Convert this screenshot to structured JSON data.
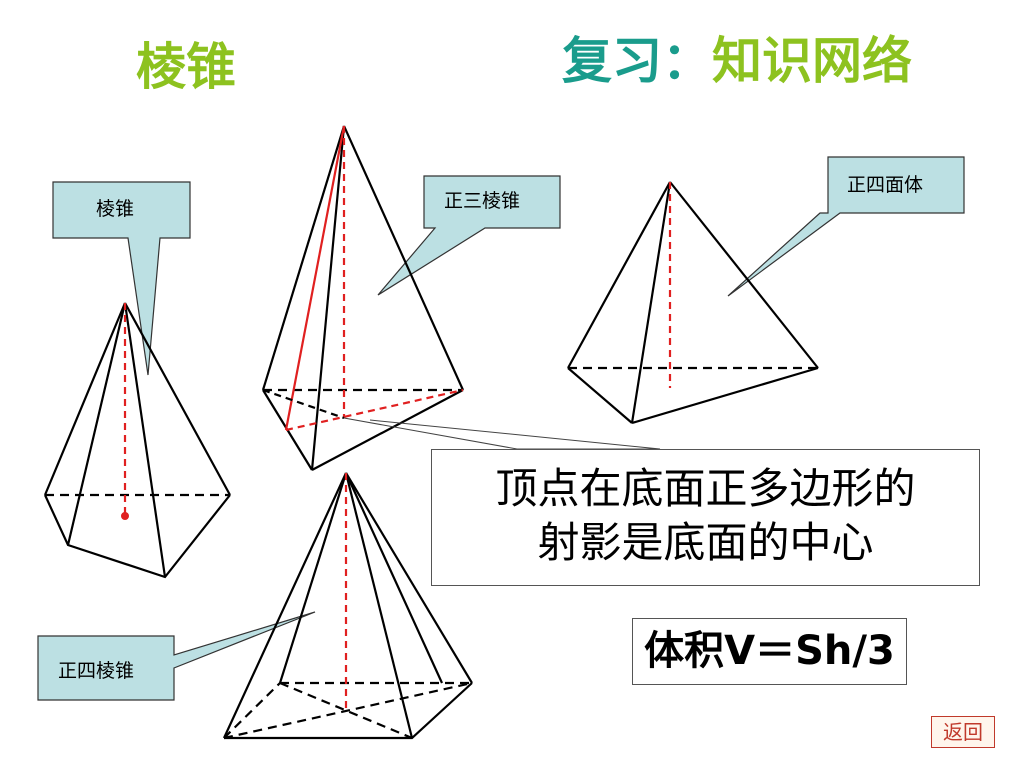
{
  "title_left": "棱锥",
  "title_right_part1": "复习：",
  "title_right_part2": "知识网络",
  "callouts": {
    "pyramid": "棱锥",
    "regular_triangular": "正三棱锥",
    "tetrahedron": "正四面体",
    "regular_quadrangular": "正四棱锥"
  },
  "note_line1": "顶点在底面正多边形的",
  "note_line2": "射影是底面的中心",
  "volume_formula": "体积V＝Sh/3",
  "back_button": "返回",
  "colors": {
    "callout_fill": "#bce0e3",
    "title_green": "#8dc21f",
    "title_teal": "#1a9c8c",
    "highlight_red": "#e02020"
  }
}
